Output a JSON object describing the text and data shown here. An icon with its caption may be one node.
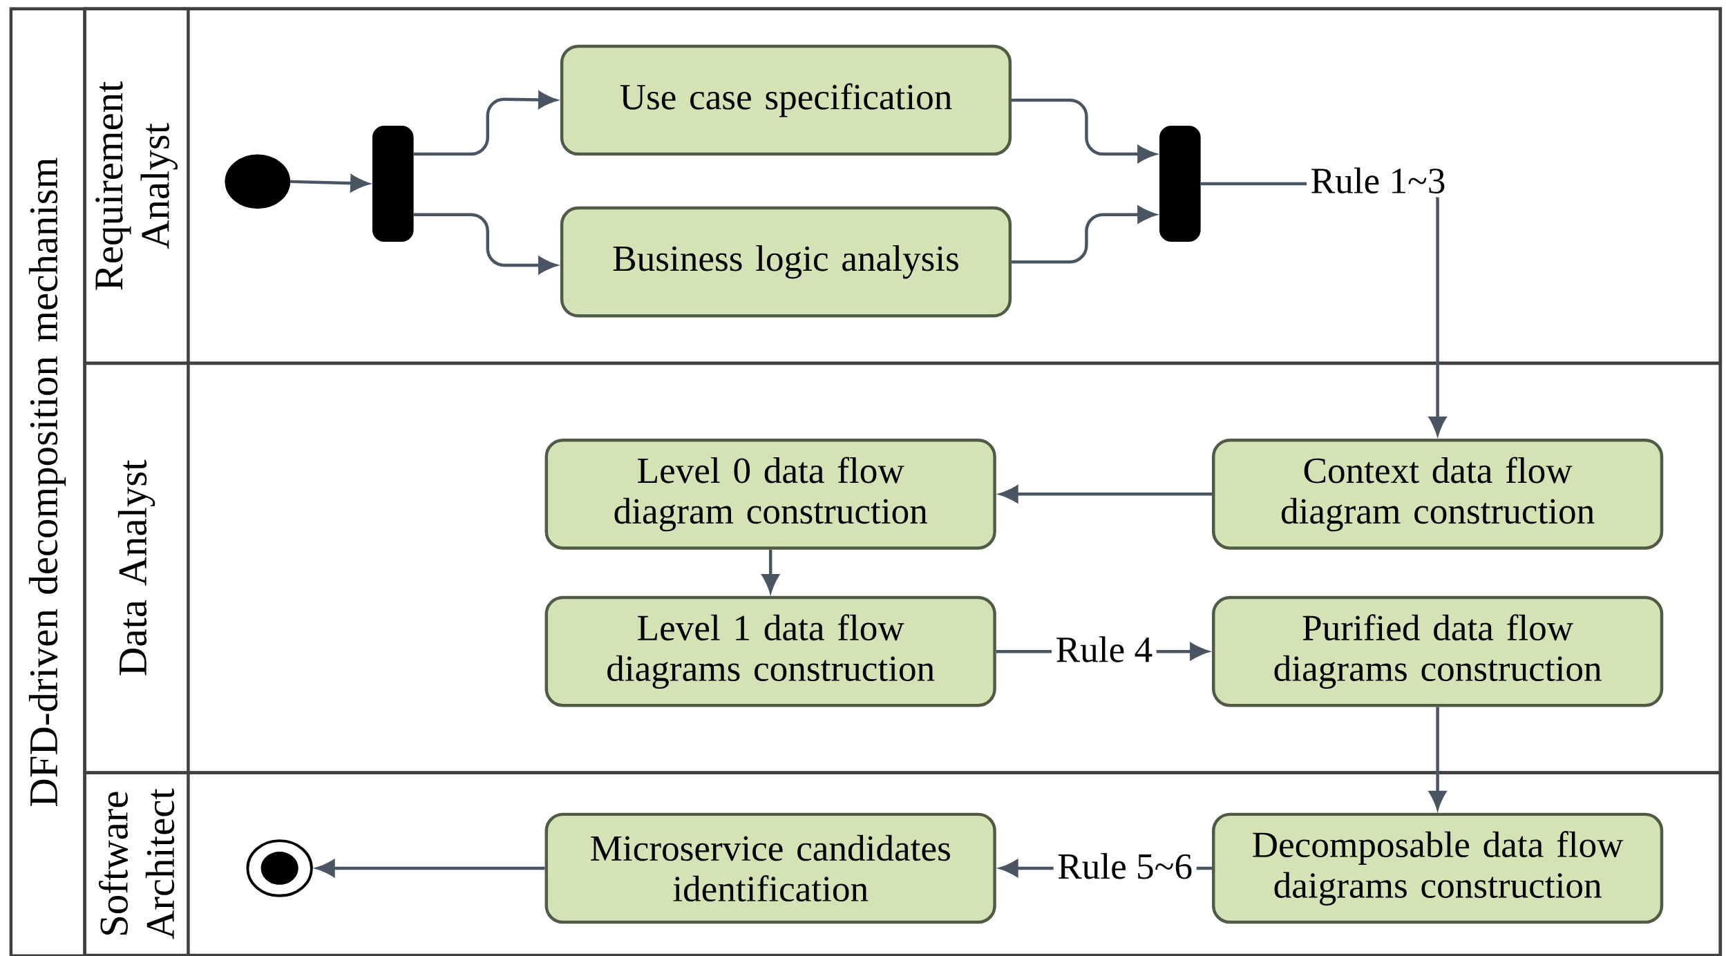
{
  "diagram": {
    "nodes": [
      {
        "text": [
          "DFD-driven decomposition mechanism"
        ]
      },
      {
        "text": [
          "Requirement Analyst"
        ],
        "in": 0
      },
      {
        "text": [
          "Data Analyst"
        ],
        "in": 0
      },
      {
        "text": [
          "Software Architect"
        ],
        "in": 0
      },
      {
        "text": [],
        "shape": "circle",
        "in": 1
      },
      {
        "text": [],
        "shape": "bar",
        "in": 1
      },
      {
        "text": [
          "Use case specification"
        ],
        "in": 1
      },
      {
        "text": [
          "Business logic analysis"
        ],
        "in": 1
      },
      {
        "text": [],
        "shape": "bar",
        "in": 1
      },
      {
        "text": [
          "Context data flow diagram construction"
        ],
        "in": 2
      },
      {
        "text": [
          "Level 0 data flow diagram construction"
        ],
        "in": 2
      },
      {
        "text": [
          "Level 1 data flow diagrams construction"
        ],
        "in": 2
      },
      {
        "text": [
          "Purified data flow diagrams construction"
        ],
        "in": 2
      },
      {
        "text": [
          "Decomposable data flow daigrams construction"
        ],
        "in": 3
      },
      {
        "text": [
          "Microservice candidates identification"
        ],
        "in": 3
      },
      {
        "text": [],
        "shape": "bullseye",
        "in": 3
      }
    ],
    "edges": [
      {
        "from": 4,
        "to": 5,
        "arrow": "to"
      },
      {
        "from": 5,
        "to": 6,
        "arrow": "to"
      },
      {
        "from": 5,
        "to": 7,
        "arrow": "to"
      },
      {
        "from": 6,
        "to": 8,
        "arrow": "to"
      },
      {
        "from": 7,
        "to": 8,
        "arrow": "to"
      },
      {
        "from": 8,
        "to": 9,
        "arrow": "to",
        "label": "Rule 1~3"
      },
      {
        "from": 9,
        "to": 10,
        "arrow": "to"
      },
      {
        "from": 10,
        "to": 11,
        "arrow": "to"
      },
      {
        "from": 11,
        "to": 12,
        "arrow": "to",
        "label": "Rule 4"
      },
      {
        "from": 12,
        "to": 13,
        "arrow": "to"
      },
      {
        "from": 13,
        "to": 14,
        "arrow": "to",
        "label": "Rule 5~6"
      },
      {
        "from": 14,
        "to": 15,
        "arrow": "to"
      }
    ]
  }
}
